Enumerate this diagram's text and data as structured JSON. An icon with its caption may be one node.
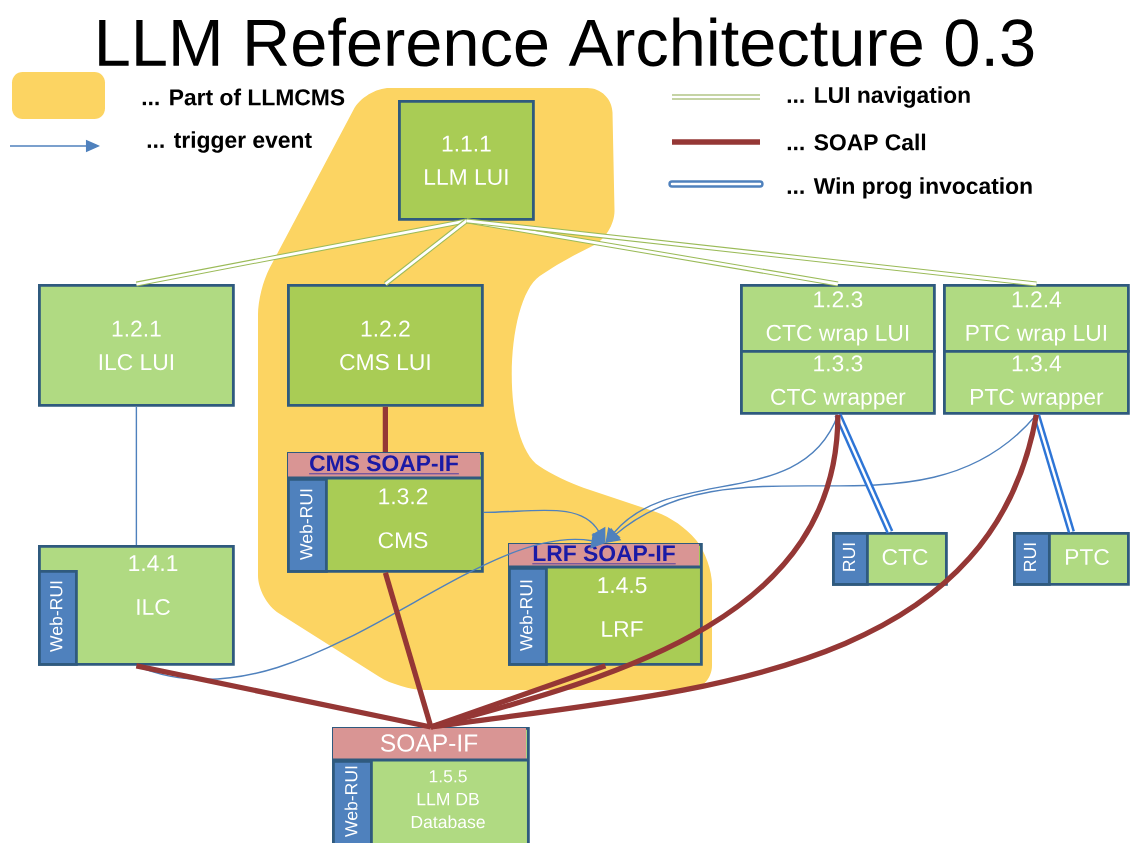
{
  "diagram": {
    "title": "LLM Reference Architecture 0.3",
    "nodes": [
      {
        "text": [
          "1.1.1",
          "LLM LUI"
        ]
      },
      {
        "text": [
          "1.2.1",
          "ILC LUI"
        ]
      },
      {
        "text": [
          "1.2.2",
          "CMS LUI"
        ]
      },
      {
        "text": [
          "1.2.3",
          "CTC wrap LUI"
        ]
      },
      {
        "text": [
          "1.2.4",
          "PTC wrap LUI"
        ]
      },
      {
        "text": [
          "1.3.3",
          "CTC  wrapper"
        ]
      },
      {
        "text": [
          "1.3.4",
          "PTC wrapper"
        ]
      },
      {
        "text": [
          "CMS SOAP-IF",
          "1.3.2",
          "CMS"
        ]
      },
      {
        "text": [
          "Web-RUI"
        ],
        "in": 7
      },
      {
        "text": [
          "1.4.1",
          "ILC"
        ]
      },
      {
        "text": [
          "Web-RUI"
        ],
        "in": 9
      },
      {
        "text": [
          "LRF SOAP-IF",
          "1.4.5",
          "LRF"
        ]
      },
      {
        "text": [
          "Web-RUI"
        ],
        "in": 11
      },
      {
        "text": [
          "CTC"
        ]
      },
      {
        "text": [
          "RUI"
        ],
        "in": 13
      },
      {
        "text": [
          "PTC"
        ]
      },
      {
        "text": [
          "RUI"
        ],
        "in": 15
      },
      {
        "text": [
          "SOAP-IF",
          "1.5.5",
          "LLM DB",
          "Database"
        ]
      },
      {
        "text": [
          "Web-RUI"
        ],
        "in": 17
      }
    ],
    "edges": [
      {
        "from": 0,
        "to": 1,
        "arrow": "none",
        "color": "#9bbb59"
      },
      {
        "from": 0,
        "to": 2,
        "arrow": "none",
        "color": "#9bbb59"
      },
      {
        "from": 0,
        "to": 3,
        "arrow": "none",
        "color": "#9bbb59"
      },
      {
        "from": 0,
        "to": 4,
        "arrow": "none",
        "color": "#9bbb59"
      },
      {
        "from": 1,
        "to": 9,
        "arrow": "none",
        "color": "#4f81bd"
      },
      {
        "from": 2,
        "to": 7,
        "arrow": "none"
      },
      {
        "from": 7,
        "to": 11,
        "arrow": "to",
        "color": "#4f81bd"
      },
      {
        "from": 9,
        "to": 11,
        "arrow": "to",
        "color": "#4f81bd"
      },
      {
        "from": 5,
        "to": 11,
        "arrow": "to",
        "color": "#4f81bd"
      },
      {
        "from": 6,
        "to": 11,
        "arrow": "to",
        "color": "#4f81bd"
      },
      {
        "from": 5,
        "to": 13,
        "arrow": "none",
        "color": "#2e75d6"
      },
      {
        "from": 6,
        "to": 15,
        "arrow": "none",
        "color": "#2e75d6"
      },
      {
        "from": 9,
        "to": 17,
        "arrow": "none"
      },
      {
        "from": 7,
        "to": 17,
        "arrow": "none"
      },
      {
        "from": 11,
        "to": 17,
        "arrow": "none"
      },
      {
        "from": 5,
        "to": 17,
        "arrow": "none"
      },
      {
        "from": 6,
        "to": 17,
        "arrow": "none"
      }
    ],
    "legend": [
      {
        "text": "... Part of LLMCMS",
        "color": "#fcd462"
      },
      {
        "text": "... trigger event"
      },
      {
        "text": "... LUI navigation"
      },
      {
        "text": "... SOAP Call"
      },
      {
        "text": "... Win prog invocation"
      }
    ]
  }
}
